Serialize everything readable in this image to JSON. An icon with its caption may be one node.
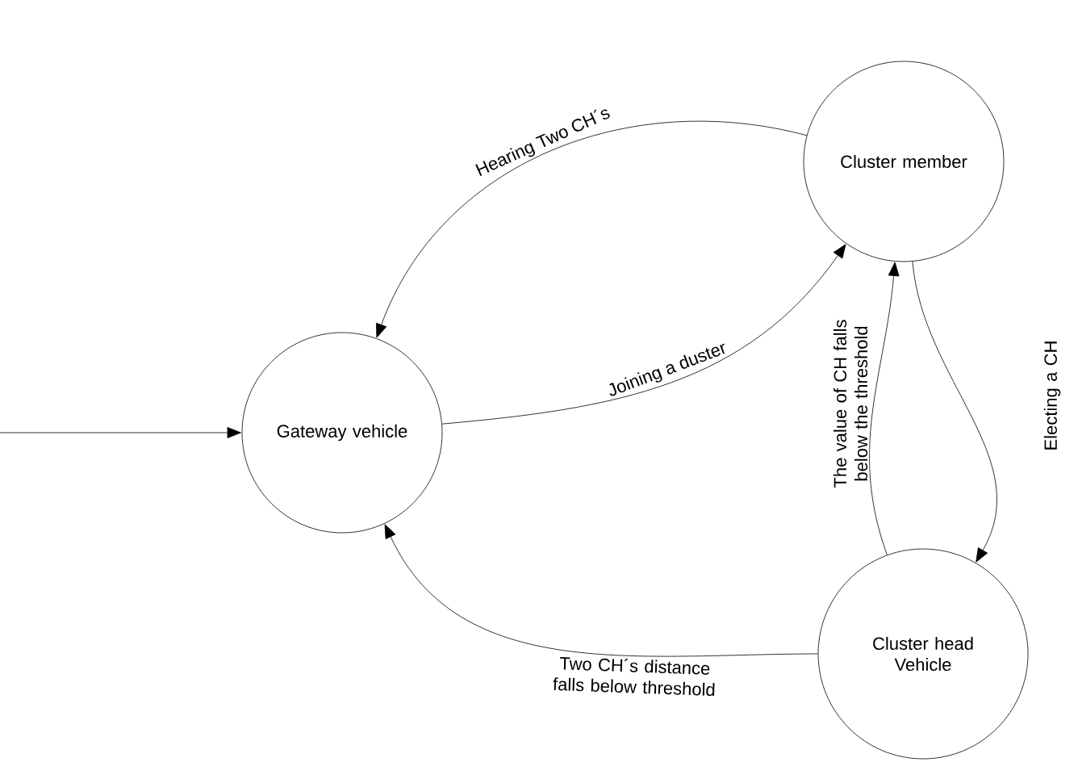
{
  "diagram": {
    "nodes": [
      {
        "text": [
          "Gateway vehicle"
        ]
      },
      {
        "text": [
          "Cluster member"
        ]
      },
      {
        "text": [
          "Cluster head Vehicle"
        ]
      }
    ],
    "edges": [
      {
        "from": null,
        "to": 0,
        "arrow": "to"
      },
      {
        "from": 1,
        "to": 0,
        "arrow": "to",
        "label": "Hearing Two CH´s"
      },
      {
        "from": 0,
        "to": 1,
        "arrow": "to",
        "label": "Joining a duster"
      },
      {
        "from": 2,
        "to": 1,
        "arrow": "to",
        "label": "The value of CH falls below the threshold"
      },
      {
        "from": 1,
        "to": 2,
        "arrow": "to",
        "label": "Electing a CH"
      },
      {
        "from": 2,
        "to": 0,
        "arrow": "to",
        "label": "Two CH´s distance falls below threshold"
      }
    ]
  }
}
